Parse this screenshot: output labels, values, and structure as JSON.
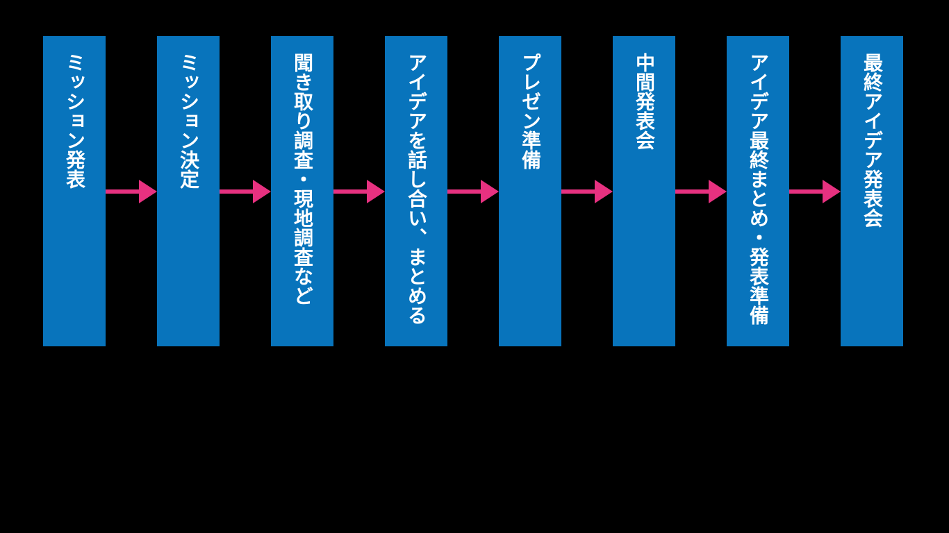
{
  "diagram": {
    "title": "process-flow",
    "background_color": "#000000",
    "box_color": "#0874bc",
    "arrow_color": "#e73180",
    "text_color": "#ffffff",
    "steps": [
      {
        "label": "ミッション発表"
      },
      {
        "label": "ミッション決定"
      },
      {
        "label": "聞き取り調査・現地調査など"
      },
      {
        "label": "アイデアを話し合い、まとめる"
      },
      {
        "label": "プレゼン準備"
      },
      {
        "label": "中間発表会"
      },
      {
        "label": "アイデア最終まとめ・発表準備"
      },
      {
        "label": "最終アイデア発表会"
      }
    ]
  }
}
